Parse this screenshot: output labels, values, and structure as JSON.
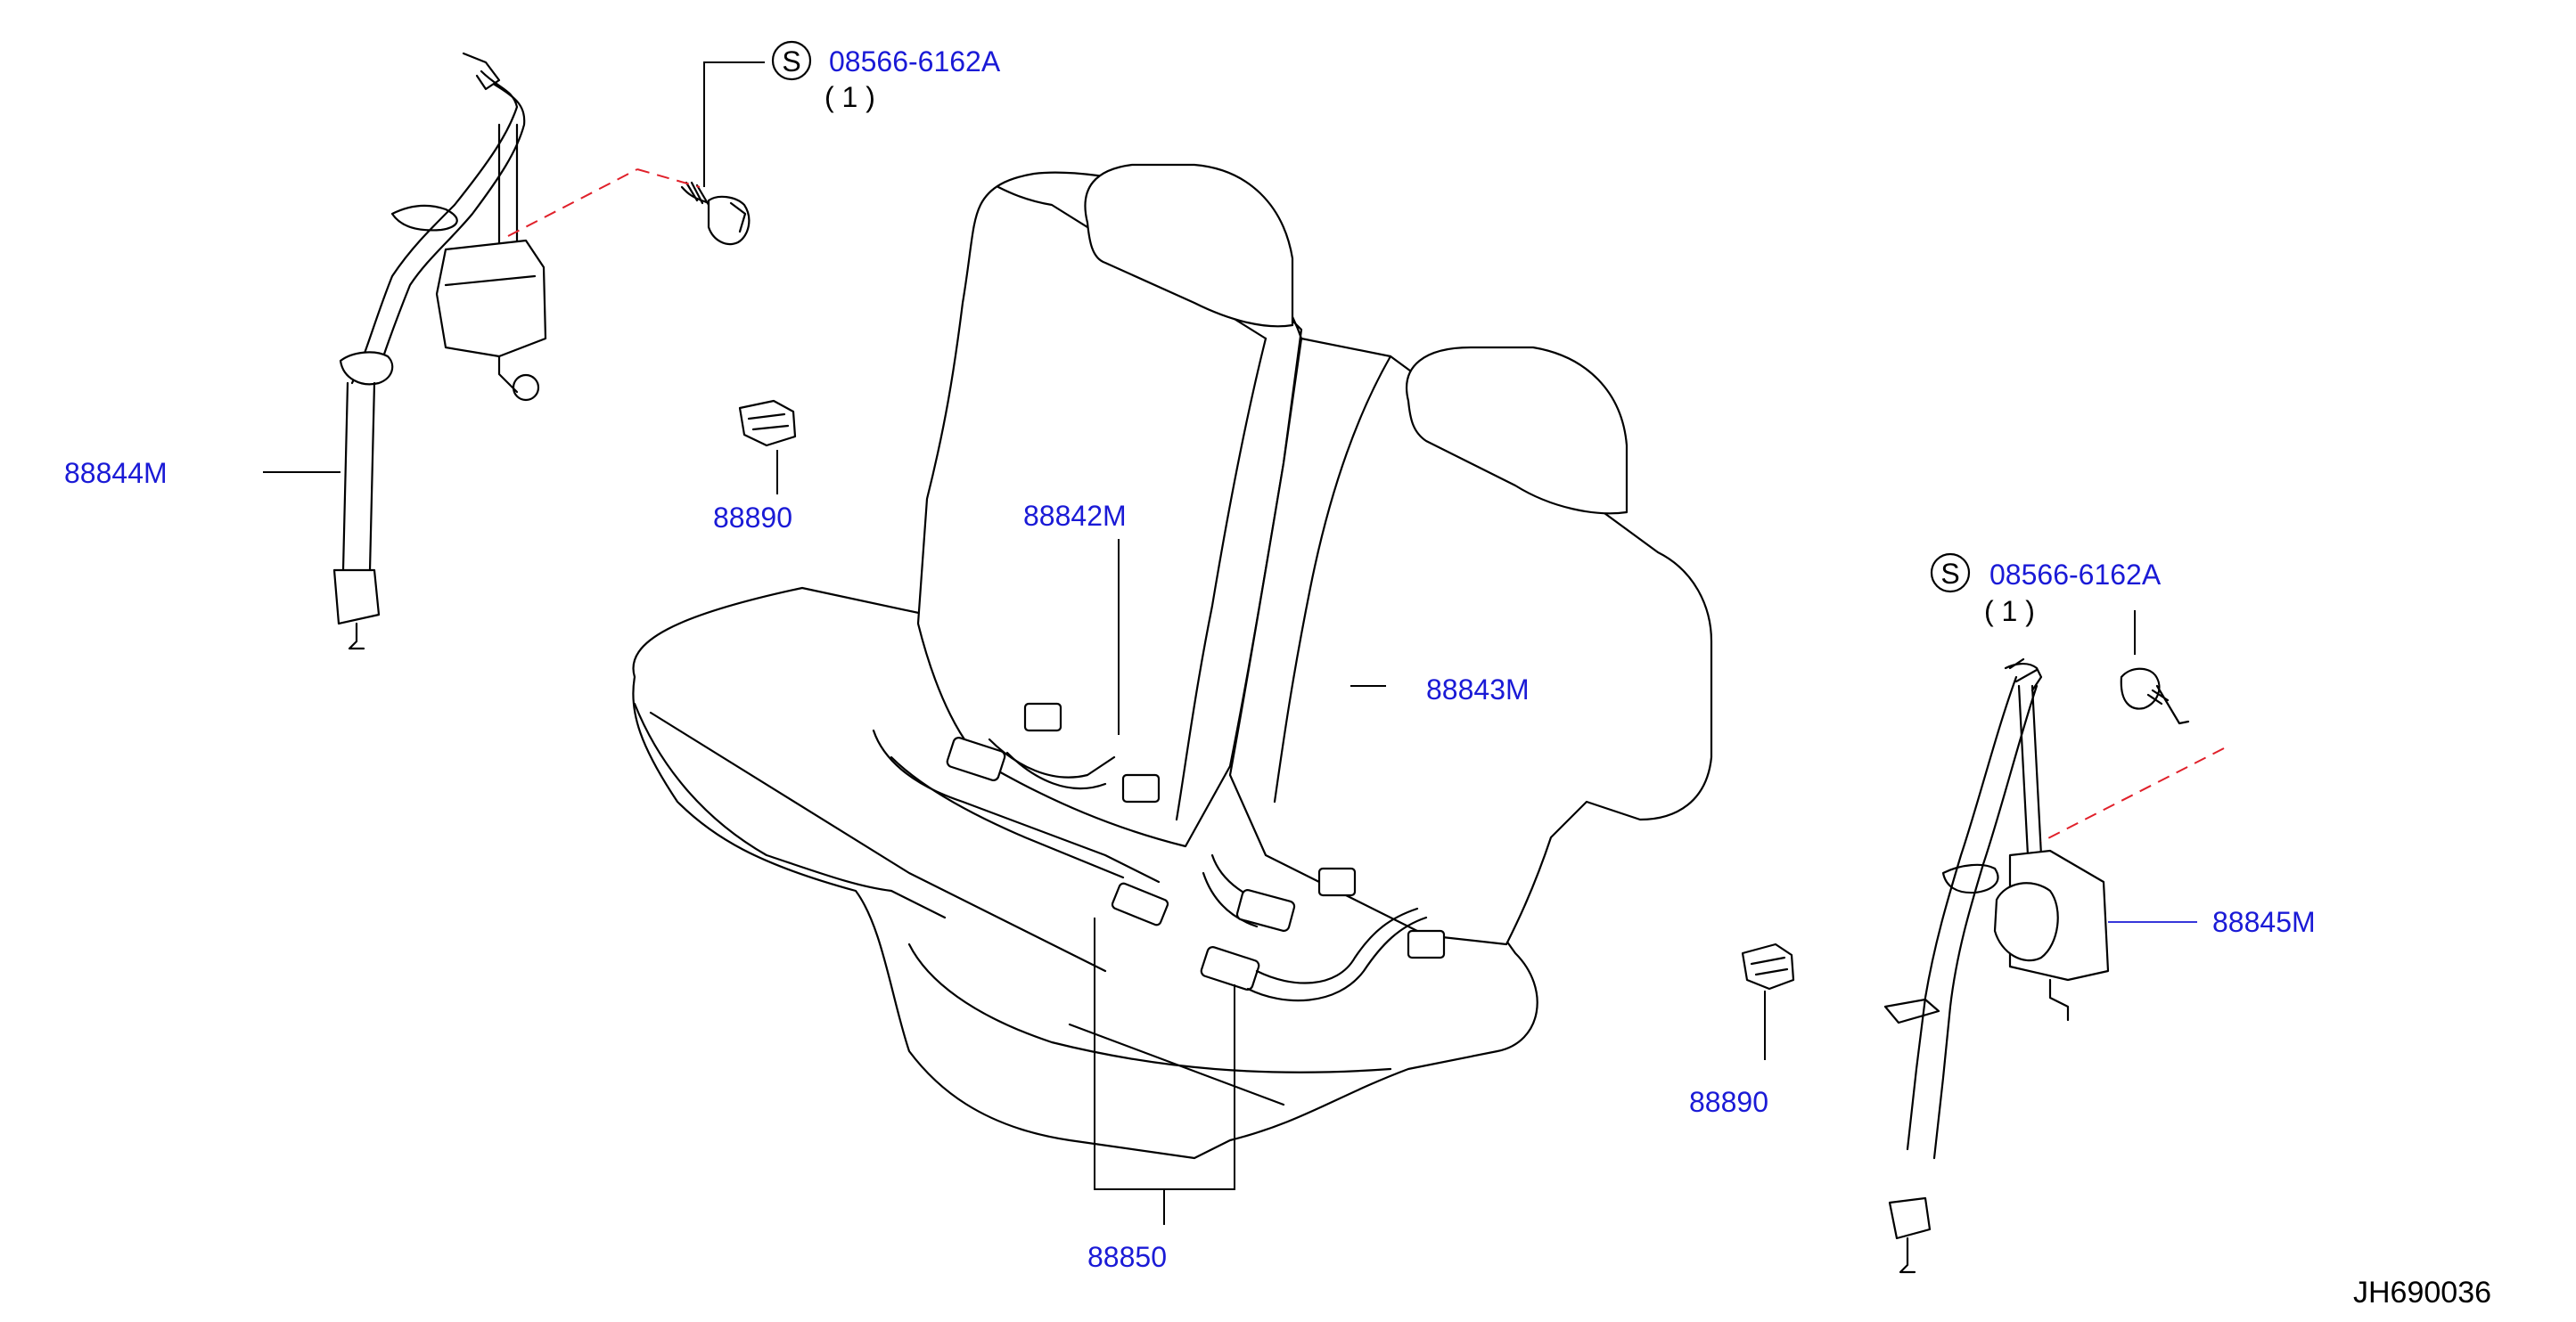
{
  "diagram": {
    "code": "JH690036",
    "callouts": {
      "bolt_left": {
        "symbol": "S",
        "part": "08566-6162A",
        "qty": "( 1 )"
      },
      "bolt_right": {
        "symbol": "S",
        "part": "08566-6162A",
        "qty": "( 1 )"
      },
      "belt_left": "88844M",
      "belt_right": "88845M",
      "clip_left": "88890",
      "clip_right": "88890",
      "buckle_left": "88842M",
      "buckle_right": "88843M",
      "buckle_center": "88850"
    },
    "colors": {
      "label": "#1a1ad6",
      "line": "#000000",
      "dash": "#e0202a"
    }
  }
}
